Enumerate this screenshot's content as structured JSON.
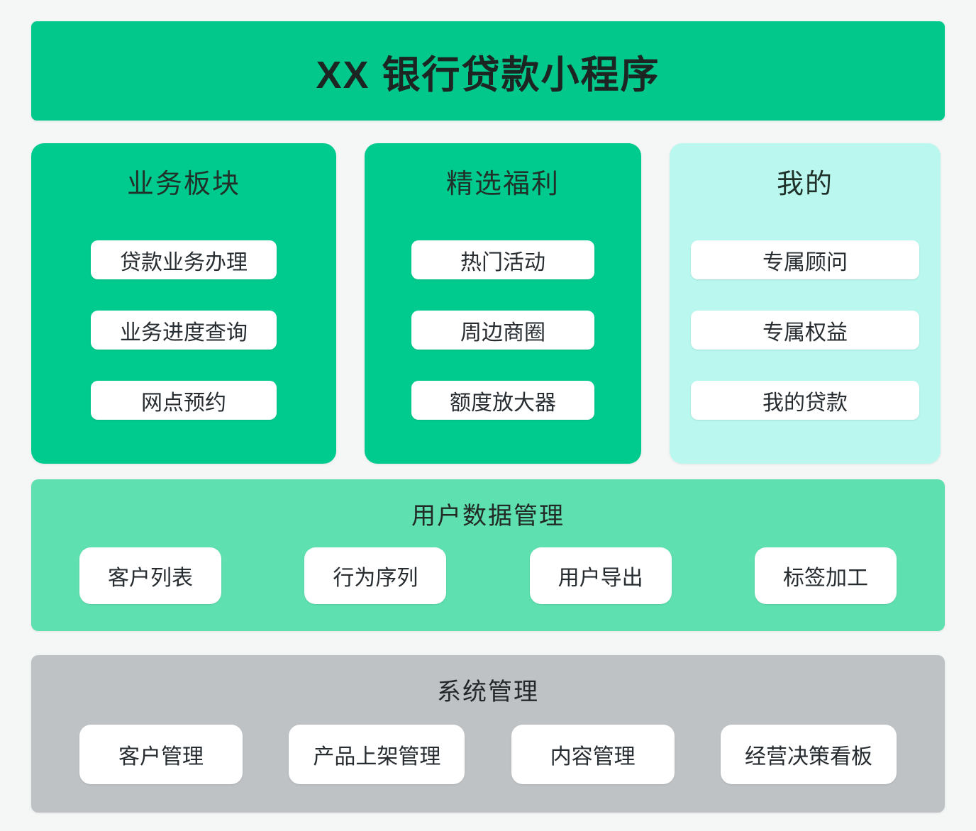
{
  "page": {
    "title": "XX 银行贷款小程序"
  },
  "colors": {
    "banner_green": "#02c88c",
    "card_green": "#00cb8e",
    "mine_card_cyan": "#b9f7ef",
    "userdata_band_green": "#5fe0b0",
    "system_band_gray": "#bfc2c5",
    "pill_background": "#ffffff",
    "text_dark": "#272c30",
    "page_background": "#f4f7f6"
  },
  "columns": [
    {
      "title": "业务板块",
      "items": [
        "贷款业务办理",
        "业务进度查询",
        "网点预约"
      ]
    },
    {
      "title": "精选福利",
      "items": [
        "热门活动",
        "周边商圈",
        "额度放大器"
      ]
    },
    {
      "title": "我的",
      "items": [
        "专属顾问",
        "专属权益",
        "我的贷款"
      ]
    }
  ],
  "bands": [
    {
      "title": "用户数据管理",
      "items": [
        "客户列表",
        "行为序列",
        "用户导出",
        "标签加工"
      ]
    },
    {
      "title": "系统管理",
      "items": [
        "客户管理",
        "产品上架管理",
        "内容管理",
        "经营决策看板"
      ]
    }
  ]
}
